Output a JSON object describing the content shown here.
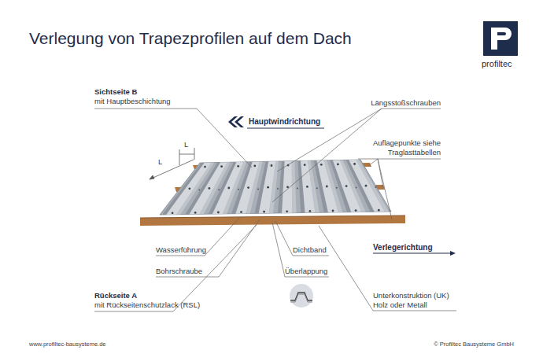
{
  "diagram": {
    "title": "Verlegung von Trapezprofilen auf dem Dach",
    "labels": [
      "Sichtseite B",
      "mit Hauptbeschichtung",
      "Hauptwindrichtung",
      "Längsstoßschrauben",
      "Auflagepunkte siehe Traglasttabellen",
      "L",
      "L",
      "Wasserführung",
      "Dichtband",
      "Verlegerichtung",
      "Bohrschraube",
      "Überlappung",
      "Rückseite A",
      "mit Rückseitenschutzlack (RSL)",
      "Unterkonstruktion (UK) Holz oder Metall",
      "profiltec",
      "www.profiltec-bausysteme.de",
      "© Profiltec Bausysteme GmbH"
    ]
  }
}
